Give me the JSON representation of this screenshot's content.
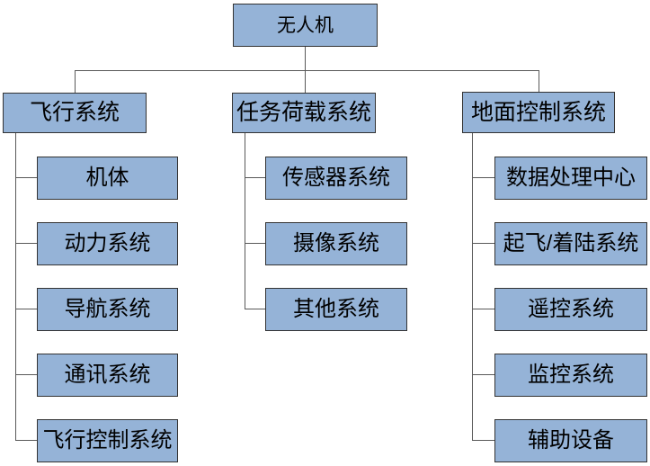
{
  "diagram": {
    "type": "org-chart",
    "root": {
      "label": "无人机"
    },
    "branches": [
      {
        "label": "飞行系统",
        "children": [
          {
            "label": "机体"
          },
          {
            "label": "动力系统"
          },
          {
            "label": "导航系统"
          },
          {
            "label": "通讯系统"
          },
          {
            "label": "飞行控制系统"
          }
        ]
      },
      {
        "label": "任务荷载系统",
        "children": [
          {
            "label": "传感器系统"
          },
          {
            "label": "摄像系统"
          },
          {
            "label": "其他系统"
          }
        ]
      },
      {
        "label": "地面控制系统",
        "children": [
          {
            "label": "数据处理中心"
          },
          {
            "label": "起飞/着陆系统"
          },
          {
            "label": "遥控系统"
          },
          {
            "label": "监控系统"
          },
          {
            "label": "辅助设备"
          }
        ]
      }
    ],
    "colors": {
      "box_fill": "#95B3D7",
      "box_border": "#333333",
      "connector": "#595959",
      "background": "#FFFFFF",
      "text": "#000000"
    }
  }
}
